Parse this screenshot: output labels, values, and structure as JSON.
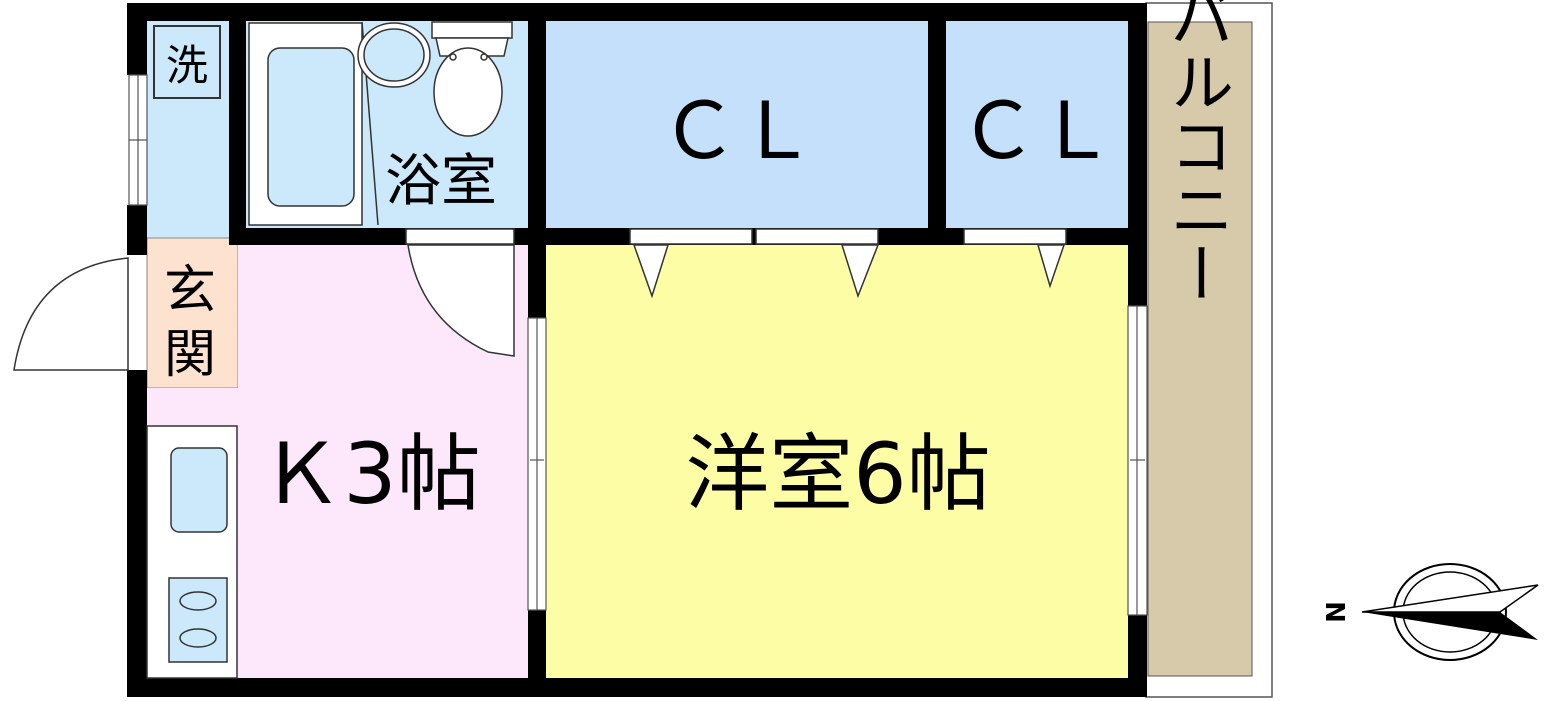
{
  "rooms": {
    "laundry": {
      "label": "洗",
      "color": "#cce8fb"
    },
    "bathroom": {
      "label": "浴室",
      "color": "#cce8fb"
    },
    "closet_large": {
      "label": "ＣＬ",
      "color": "#c4e0fb"
    },
    "closet_small": {
      "label": "ＣＬ",
      "color": "#c4e0fb"
    },
    "entrance_line1": {
      "label": "玄",
      "color": "#fde3cf"
    },
    "entrance_line2": {
      "label": "関",
      "color": "#fde3cf"
    },
    "kitchen": {
      "label": "Ｋ3帖",
      "color": "#fde8fb"
    },
    "western_room": {
      "label": "洋室6帖",
      "color": "#fdfda6"
    },
    "balcony": {
      "label": "バルコニー",
      "color": "#d6caab"
    }
  },
  "compass": {
    "north_label": "N"
  },
  "colors": {
    "wall": "#000000",
    "fixture": "#cce8fb",
    "outline": "#333333"
  }
}
